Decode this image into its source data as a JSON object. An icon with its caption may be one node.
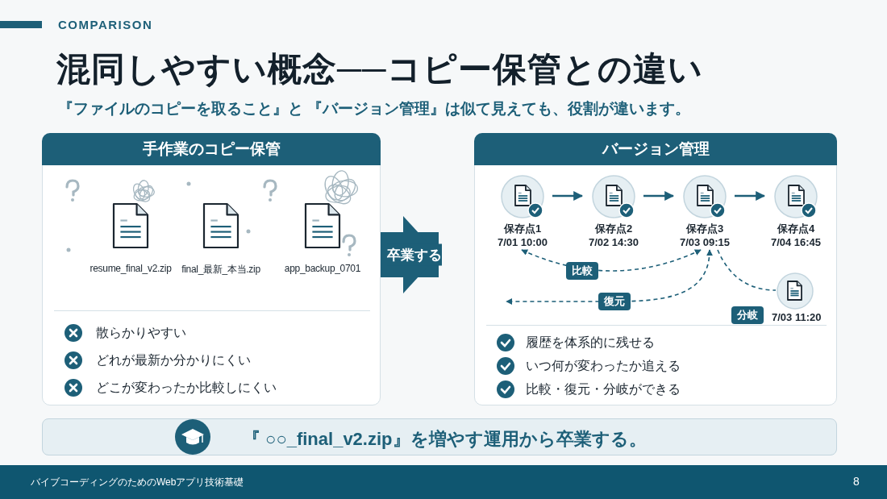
{
  "diagram": {
    "title": "混同しやすい概念──コピー保管との違い",
    "nodes": [
      {
        "text": [
          "手作業のコピー保管"
        ]
      },
      {
        "text": [
          "バージョン管理"
        ]
      },
      {
        "text": [
          "保存点1",
          "7/01 10:00"
        ],
        "in": 1
      },
      {
        "text": [
          "保存点2",
          "7/02 14:30"
        ],
        "in": 1
      },
      {
        "text": [
          "保存点3",
          "7/03 09:15"
        ],
        "in": 1
      },
      {
        "text": [
          "保存点4",
          "7/04 16:45"
        ],
        "in": 1
      },
      {
        "text": [],
        "shape": "circle",
        "beside": [
          "7/03 11:20"
        ],
        "in": 1
      },
      {
        "text": [
          "『 ○○_final_v2.zip』を増やす運用から卒業する。"
        ]
      }
    ],
    "edges": [
      {
        "from": 2,
        "to": 3,
        "arrow": "to"
      },
      {
        "from": 3,
        "to": 4,
        "arrow": "to"
      },
      {
        "from": 4,
        "to": 5,
        "arrow": "to"
      },
      {
        "from": 2,
        "to": 4,
        "arrow": "both",
        "style": "dashed",
        "label": "比較"
      },
      {
        "from": 4,
        "to": null,
        "arrow": "both",
        "style": "dashed",
        "label": "復元"
      },
      {
        "from": 4,
        "to": 6,
        "arrow": "none",
        "style": "dashed",
        "label": "分岐"
      },
      {
        "from": 0,
        "to": 1,
        "arrow": "to",
        "style": "thick",
        "label": "卒業する"
      }
    ],
    "labels": [
      "COMPARISON",
      "『ファイルのコピーを取ること』と 『バージョン管理』は似て見えても、役割が違います。",
      "resume_final_v2.zip",
      "final_最新_本当.zip",
      "app_backup_0701",
      "散らかりやすい",
      "どれが最新か分かりにくい",
      "どこが変わったか比較しにくい",
      "履歴を体系的に残せる",
      "いつ何が変わったか追える",
      "比較・復元・分岐ができる",
      "バイブコーディングのためのWebアプリ技術基礎",
      "8"
    ]
  }
}
